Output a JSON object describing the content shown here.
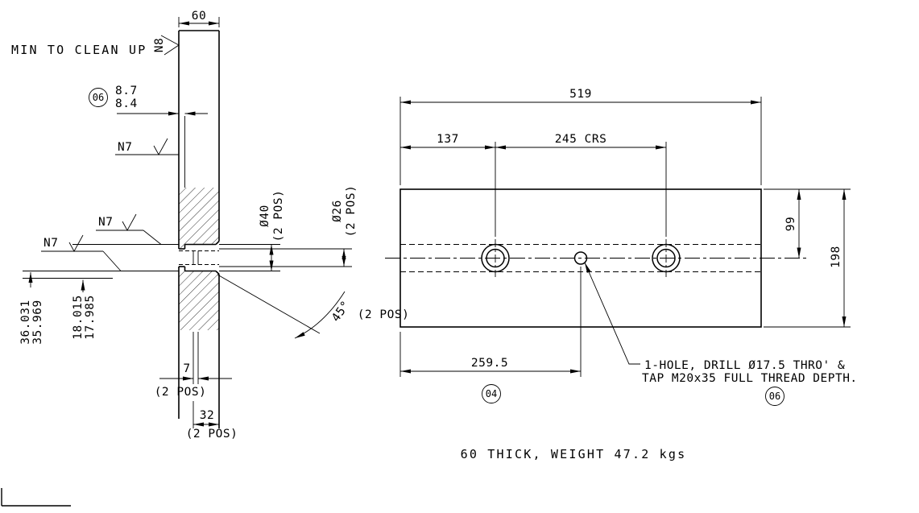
{
  "side_view": {
    "surface_notes": {
      "min_clean": "MIN TO CLEAN UP",
      "n8": "N8",
      "n7_a": "N7",
      "n7_b": "N7",
      "n7_c": "N7"
    },
    "dims": {
      "thickness": "60",
      "cbore_balloon": "06",
      "cbore_depth_upper": "8.7",
      "cbore_depth_lower": "8.4",
      "dia_large": "Ø40",
      "dia_large_pos": "(2 POS)",
      "dia_small": "Ø26",
      "dia_small_pos": "(2 POS)",
      "limit_a_upper": "36.031",
      "limit_a_lower": "35.969",
      "limit_b_upper": "18.015",
      "limit_b_lower": "17.985",
      "chamfer_angle": "45°",
      "chamfer_pos": "(2 POS)",
      "groove_width": "7",
      "groove_pos": "(2 POS)",
      "offset_32": "32",
      "offset_32_pos": "(2 POS)"
    }
  },
  "plan_view": {
    "dims": {
      "overall_length": "519",
      "hole_offset": "137",
      "hole_centres": "245 CRS",
      "half_width": "99",
      "overall_width": "198",
      "tapped_hole_offset": "259.5",
      "offset_balloon": "04"
    },
    "hole_note": {
      "line1": "1-HOLE, DRILL Ø17.5 THRO' &",
      "line2": "TAP M20x35 FULL THREAD DEPTH.",
      "balloon": "06"
    }
  },
  "footer": {
    "note": "60 THICK, WEIGHT 47.2 kgs"
  }
}
